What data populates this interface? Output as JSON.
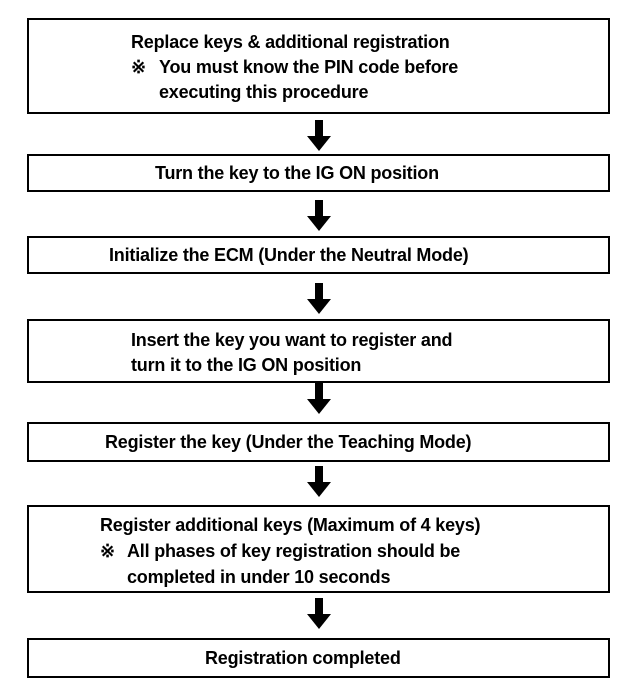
{
  "steps": [
    {
      "title": "Replace keys & additional registration",
      "note_mark": "※",
      "note_line1": "You must know the PIN code before",
      "note_line2": "executing this procedure"
    },
    {
      "line1": "Turn the key to the IG ON position"
    },
    {
      "line1": "Initialize the ECM (Under the Neutral Mode)"
    },
    {
      "line1": "Insert the key you want to register and",
      "line2": "turn it to the IG ON position"
    },
    {
      "line1": "Register the key (Under the Teaching Mode)"
    },
    {
      "title": "Register additional keys (Maximum of 4 keys)",
      "note_mark": "※",
      "note_line1": "All phases of key registration should be",
      "note_line2": "completed in under 10 seconds"
    },
    {
      "line1": "Registration completed"
    }
  ],
  "arrow_icon": "down-arrow-icon"
}
